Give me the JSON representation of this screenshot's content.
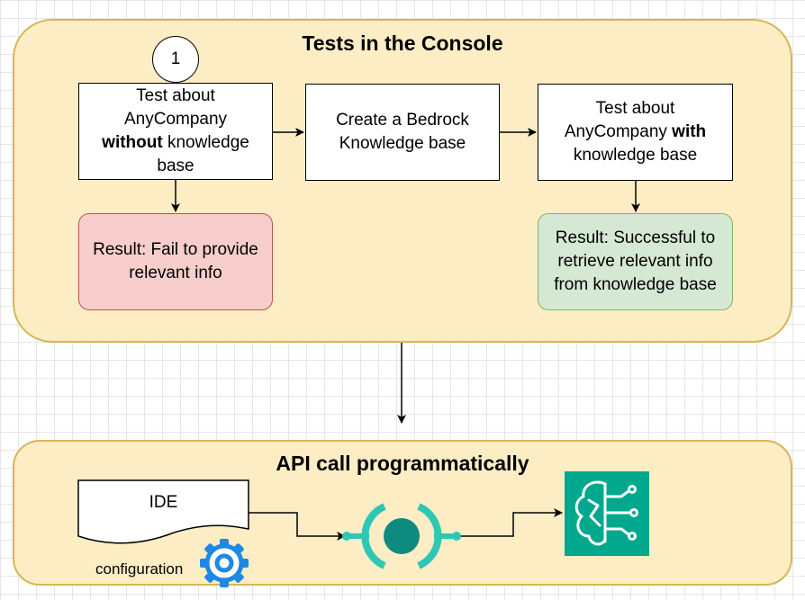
{
  "console_group": {
    "title": "Tests in the Console",
    "step_number": "1"
  },
  "boxes": {
    "test_without": {
      "line1": "Test about",
      "line2": "AnyCompany",
      "line3_bold": "without",
      "line3_rest": " knowledge",
      "line4": "base"
    },
    "create_kb": {
      "line1": "Create a Bedrock",
      "line2": "Knowledge base"
    },
    "test_with": {
      "line1": "Test about",
      "line2_rest": "AnyCompany ",
      "line2_bold": "with",
      "line3": "knowledge base"
    }
  },
  "results": {
    "fail": {
      "line1": "Result: Fail to provide",
      "line2": "relevant info"
    },
    "success": {
      "line1": "Result: Successful to",
      "line2": "retrieve relevant info",
      "line3": "from knowledge base"
    }
  },
  "api_group": {
    "title": "API call programmatically",
    "ide_label": "IDE",
    "config_label": "configuration"
  },
  "icons": {
    "gear": "gear-icon",
    "endpoint": "api-endpoint-icon",
    "bedrock": "bedrock-brain-icon"
  },
  "colors": {
    "group_fill": "#fdedc4",
    "group_border": "#d6b656",
    "fail_fill": "#f8cecc",
    "fail_border": "#b85450",
    "success_fill": "#d5e8d4",
    "success_border": "#82b366",
    "bedrock_green": "#01a88d",
    "endpoint_teal": "#2ec7b5",
    "gear_blue": "#1e88e5"
  }
}
